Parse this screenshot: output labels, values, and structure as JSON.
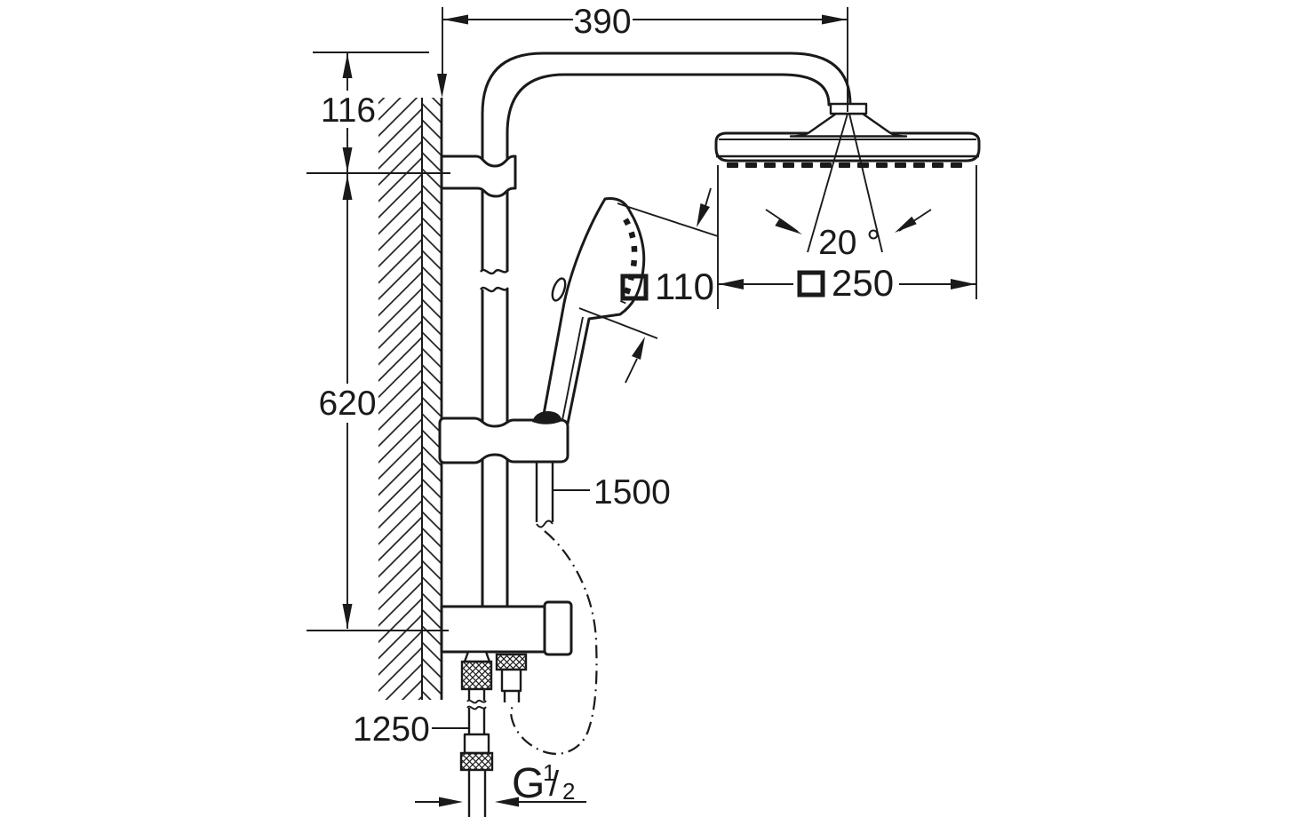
{
  "drawing": {
    "type": "technical-dimension-diagram",
    "subject": "wall-mounted shower system with head shower, hand shower, shower rail and thermostat connection",
    "colors": {
      "line": "#1a1a1a",
      "background": "#ffffff"
    },
    "labels": {
      "top_width": "390",
      "wall_offset": "116",
      "rail_length": "620",
      "hand_shower_size": "110",
      "head_shower_size": "250",
      "head_angle": "20 °",
      "upper_hose_length": "1500",
      "lower_hose_length": "1250",
      "thread": {
        "letter": "G",
        "numerator": "1",
        "slash": "/",
        "denominator": "2"
      }
    }
  }
}
